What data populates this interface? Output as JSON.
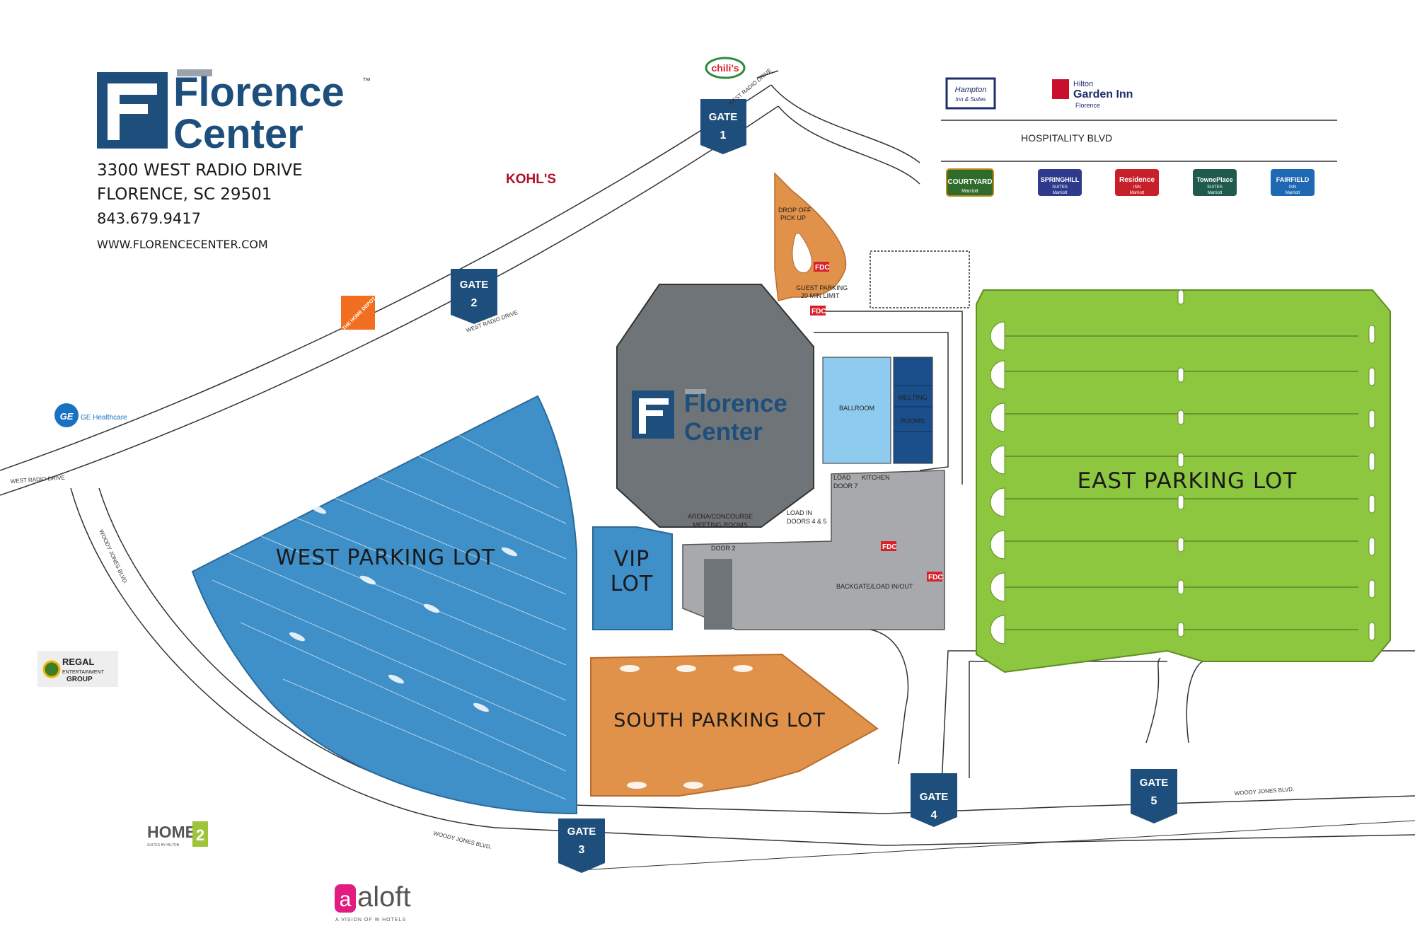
{
  "brand": {
    "name_line1": "Florence",
    "name_line2": "Center",
    "tm": "™",
    "address_line1": "3300 WEST RADIO DRIVE",
    "address_line2": "FLORENCE, SC 29501",
    "phone": "843.679.9417",
    "website": "WWW.FLORENCECENTER.COM",
    "colors": {
      "navy": "#1e4f7c",
      "grey": "#9aa3ab",
      "west_lot": "#3f8fc8",
      "east_lot": "#8dc63f",
      "south_lot": "#e0914a",
      "arena": "#6f7478",
      "ballroom": "#8ecbee",
      "meeting": "#1b4f8b",
      "backgate": "#a7a9ac"
    }
  },
  "lots": {
    "west": "WEST PARKING LOT",
    "vip_line1": "VIP",
    "vip_line2": "LOT",
    "south": "SOUTH PARKING LOT",
    "east": "EAST PARKING LOT"
  },
  "gates": [
    {
      "label": "GATE",
      "number": "1"
    },
    {
      "label": "GATE",
      "number": "2"
    },
    {
      "label": "GATE",
      "number": "3"
    },
    {
      "label": "GATE",
      "number": "4"
    },
    {
      "label": "GATE",
      "number": "5"
    }
  ],
  "building": {
    "arena_name1": "Florence",
    "arena_name2": "Center",
    "ballroom": "BALLROOM",
    "meeting1": "MEETING",
    "meeting2": "ROOMS",
    "concourse1": "ARENA/CONCOURSE",
    "concourse2": "MEETING ROOMS",
    "load_door7a": "LOAD",
    "load_door7b": "DOOR 7",
    "kitchen": "KITCHEN",
    "load_in1": "LOAD IN",
    "load_in2": "DOORS 4 & 5",
    "door2": "DOOR 2",
    "backgate": "BACKGATE/LOAD IN/OUT",
    "dropoff1": "DROP OFF",
    "dropoff2": "PICK UP",
    "guest1": "GUEST PARKING",
    "guest2": "20 MIN LIMIT",
    "fdc": "FDC"
  },
  "roads": {
    "west_radio_drive": "WEST RADIO DRIVE",
    "west_radio_drive_2": "WEST RADIO DRIVE",
    "woody_jones_1": "WOODY JONES BLVD.",
    "woody_jones_2": "WOODY JONES BLVD.",
    "woody_jones_3": "WOODY JONES BLVD.",
    "radio_drive_gate1": "WEST RADIO DRIVE",
    "hospitality_blvd": "HOSPITALITY BLVD"
  },
  "businesses": {
    "chilis": "chili's",
    "kohls": "KOHL'S",
    "home_depot": "THE HOME DEPOT",
    "ge": "GE Healthcare",
    "regal1": "REGAL",
    "regal2": "ENTERTAINMENT",
    "regal3": "GROUP",
    "home2": "HOME",
    "home2_num": "2",
    "home2_sub": "SUITES BY HILTON",
    "aloft": "aloft",
    "aloft_sub": "A VISION OF W HOTELS",
    "hampton1": "Hampton",
    "hampton2": "Inn & Suites",
    "hilton1": "Hilton",
    "hilton2": "Garden Inn",
    "hilton3": "Florence",
    "courtyard": "COURTYARD",
    "springhill1": "SPRINGHILL",
    "springhill2": "SUITES",
    "residence1": "Residence",
    "residence2": "INN",
    "towneplace1": "TownePlace",
    "towneplace2": "SUITES",
    "fairfield1": "FAIRFIELD",
    "fairfield2": "INN",
    "marriott": "Marriott"
  }
}
